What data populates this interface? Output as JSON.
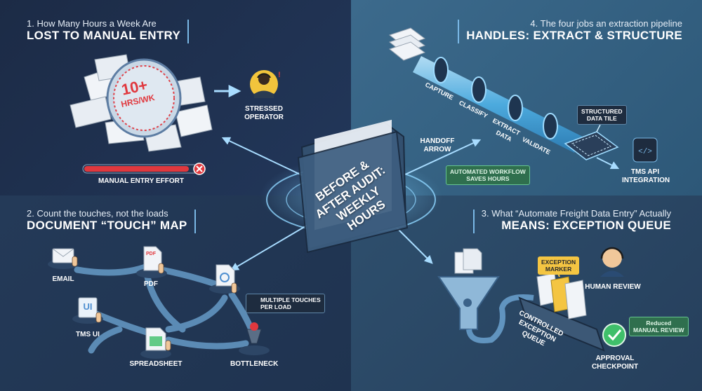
{
  "center": {
    "line1": "BEFORE &",
    "line2": "AFTER AUDIT:",
    "line3": "WEEKLY HOURS"
  },
  "section1": {
    "subtitle": "1. How Many Hours a Week Are",
    "title": "LOST TO MANUAL ENTRY",
    "clock_value": "10+",
    "clock_unit": "HRS/WK",
    "operator_label_1": "STRESSED",
    "operator_label_2": "OPERATOR",
    "progress_label": "MANUAL ENTRY EFFORT",
    "progress_fill": 0.9
  },
  "section4": {
    "subtitle": "4. The four jobs an extraction pipeline",
    "title": "HANDLES: EXTRACT & STRUCTURE",
    "stages": [
      "CAPTURE",
      "CLASSIFY",
      "EXTRACT",
      "DATA",
      "VALIDATE"
    ],
    "handoff_1": "HANDOFF",
    "handoff_2": "ARROW",
    "structured_1": "STRUCTURED",
    "structured_2": "DATA TILE",
    "tms_1": "TMS API",
    "tms_2": "INTEGRATION",
    "automated_1": "AUTOMATED WORKFLOW",
    "automated_2": "SAVES HOURS"
  },
  "section2": {
    "subtitle": "2. Count the touches, not the loads",
    "title": "DOCUMENT “TOUCH” MAP",
    "email": "EMAIL",
    "pdf": "PDF",
    "pdf_icon_text": "PDF",
    "tmsui": "TMS UI",
    "tmsui_icon_text": "UI",
    "spreadsheet": "SPREADSHEET",
    "bottleneck": "BOTTLENECK",
    "touches_1": "MULTIPLE TOUCHES",
    "touches_2": "PER LOAD"
  },
  "section3": {
    "subtitle": "3. What “Automate Freight Data Entry” Actually",
    "title": "MEANS: EXCEPTION QUEUE",
    "exception_1": "EXCEPTION",
    "exception_2": "MARKER",
    "human_review": "HUMAN REVIEW",
    "queue_1": "CONTROLLED",
    "queue_2": "EXCEPTION",
    "queue_3": "QUEUE",
    "reduced_1": "Reduced",
    "reduced_2": "MANUAL REVIEW",
    "approval_1": "APPROVAL",
    "approval_2": "CHECKPOINT"
  },
  "colors": {
    "accent": "#7ab8e6",
    "alert": "#e0383e",
    "success": "#3fbf6a",
    "marker": "#f4c542"
  }
}
